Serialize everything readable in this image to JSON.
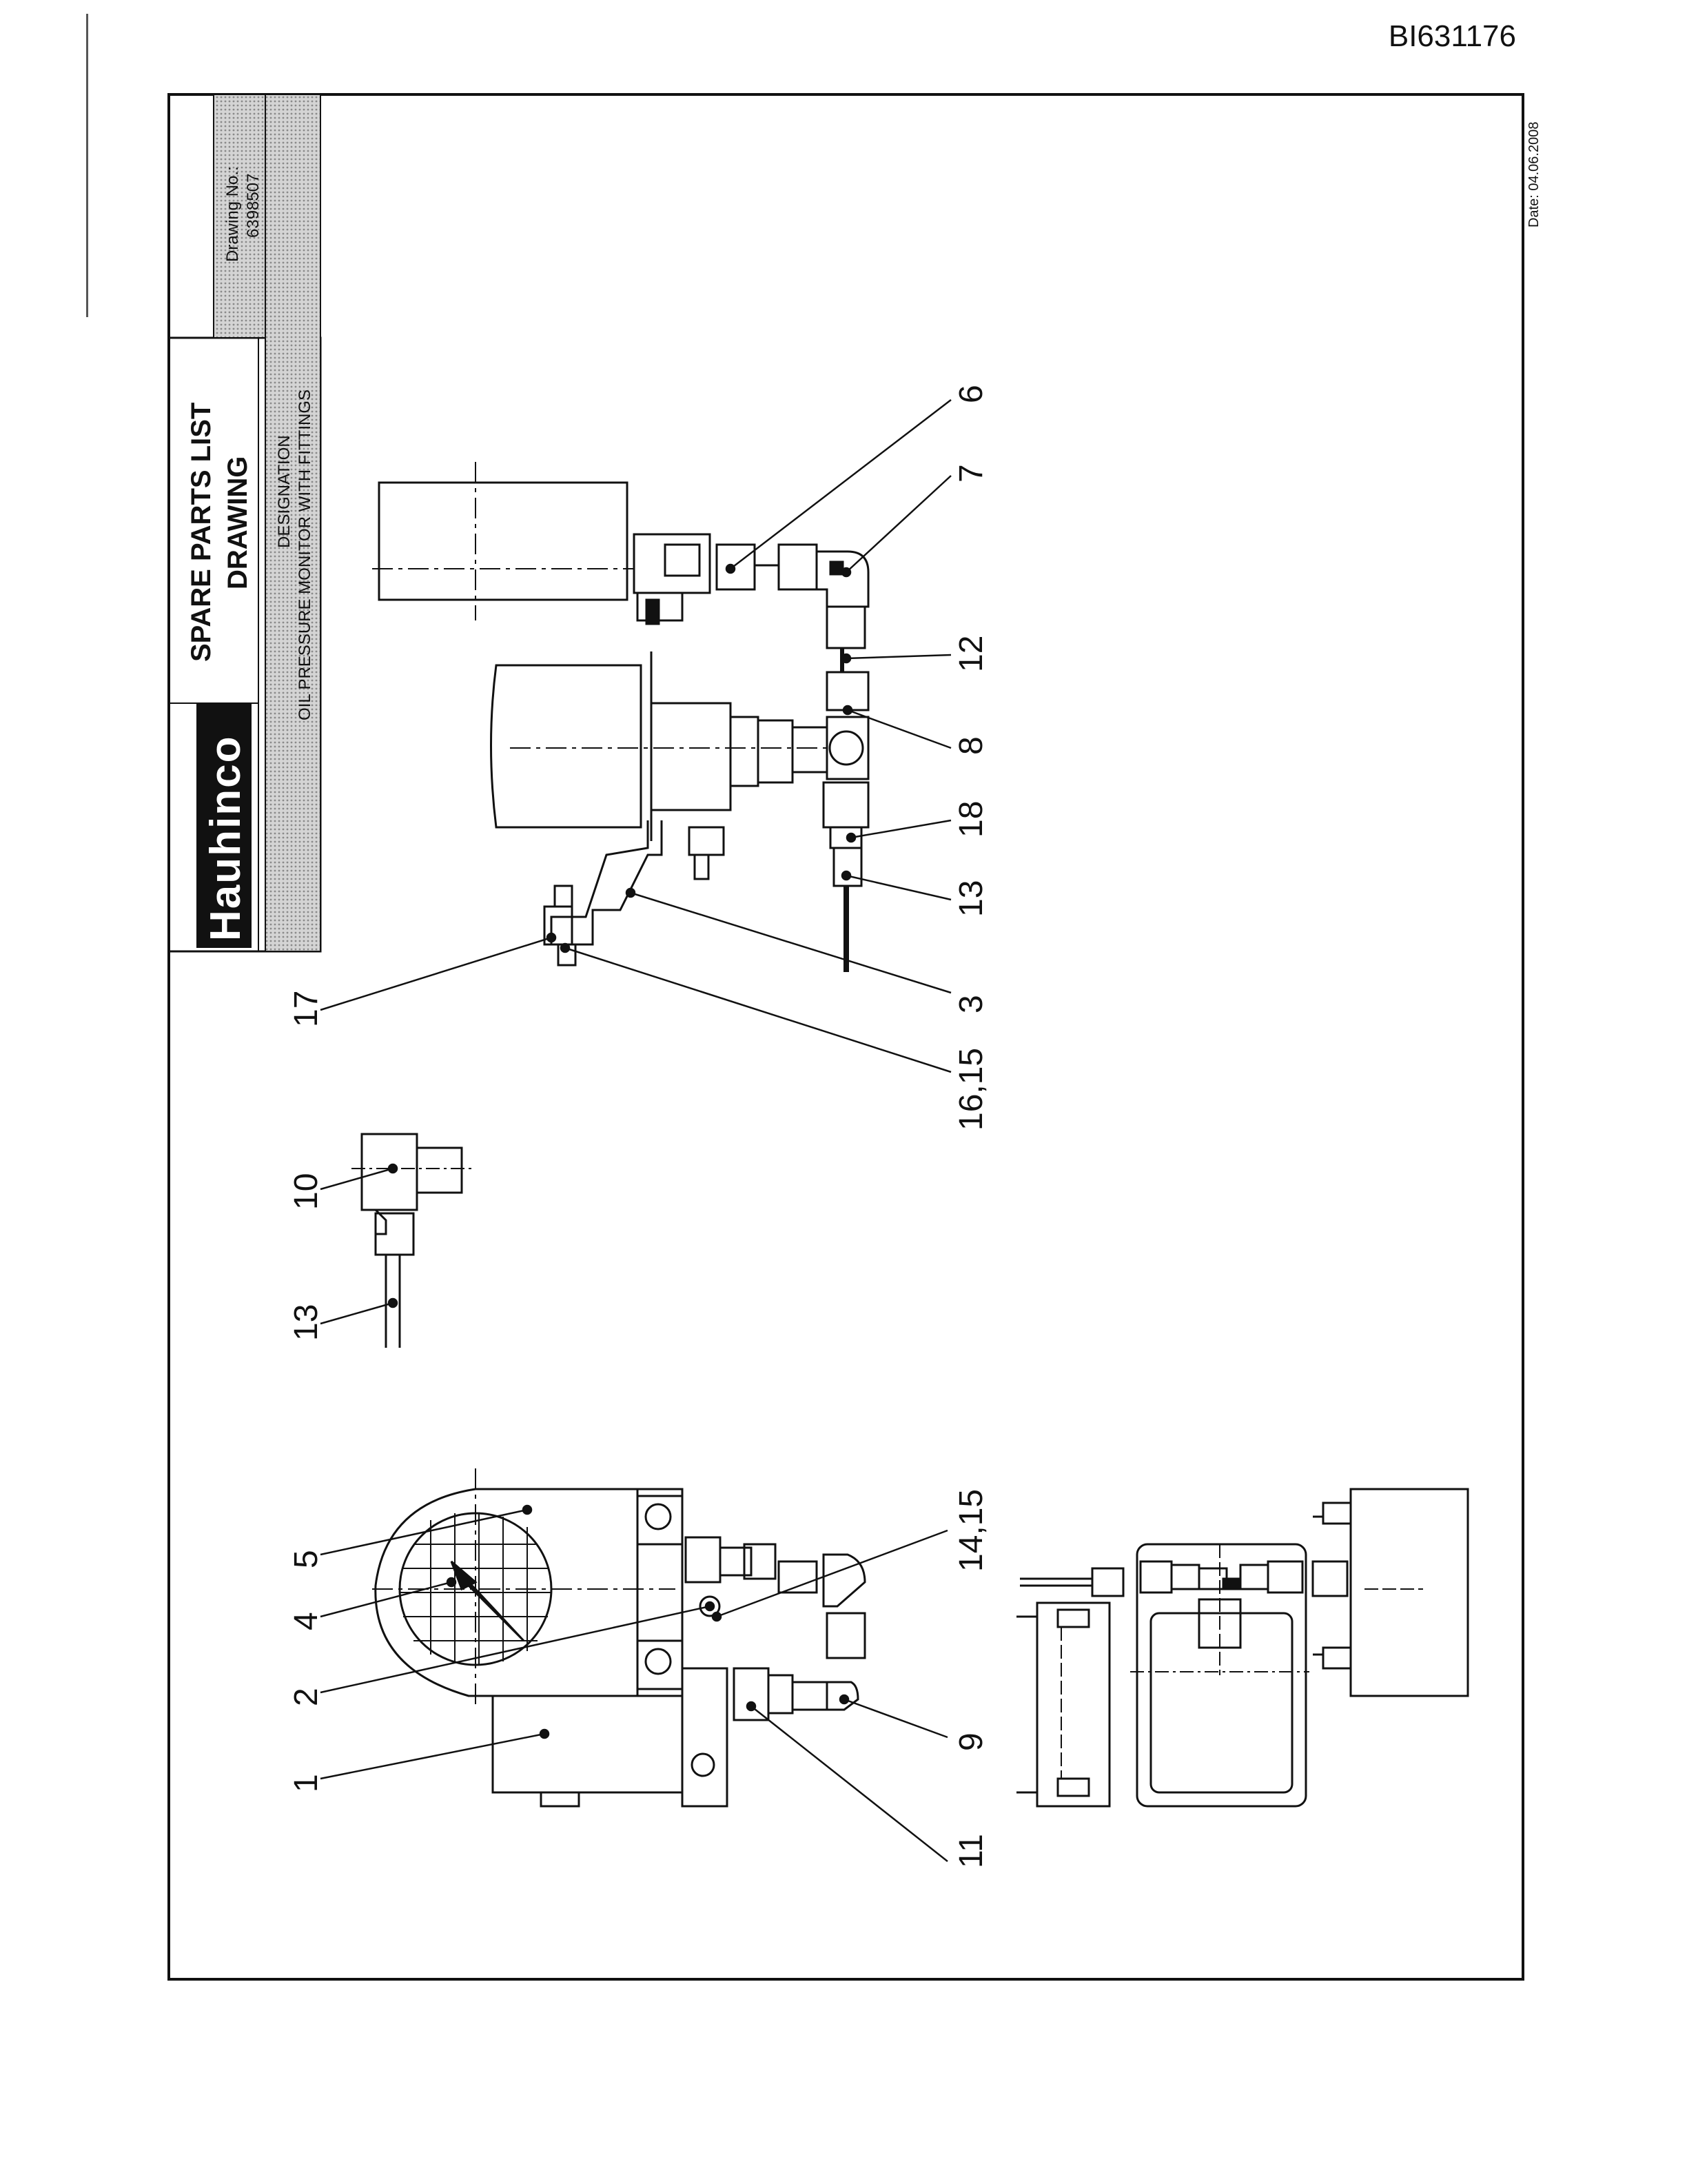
{
  "document_id": "BI631176",
  "title_block": {
    "brand": "Hauhinco",
    "title_line1": "SPARE PARTS LIST",
    "title_line2": "DRAWING",
    "designation_label": "DESIGNATION",
    "designation_value": "OIL PRESSURE MONITOR WITH FITTINGS",
    "drawing_no_label": "Drawing No.:",
    "drawing_no_value": "6398507",
    "date": "Date: 04.06.2008"
  },
  "callouts": {
    "c1": "1",
    "c2": "2",
    "c3": "3",
    "c4": "4",
    "c5": "5",
    "c6": "6",
    "c7": "7",
    "c8": "8",
    "c9": "9",
    "c10": "10",
    "c11": "11",
    "c12": "12",
    "c13a": "13",
    "c13b": "13",
    "c14_15": "14,15",
    "c16_15": "16,15",
    "c17": "17",
    "c18": "18"
  },
  "colors": {
    "ink": "#111111",
    "shade": "#c8c8c8",
    "paper": "#ffffff"
  }
}
